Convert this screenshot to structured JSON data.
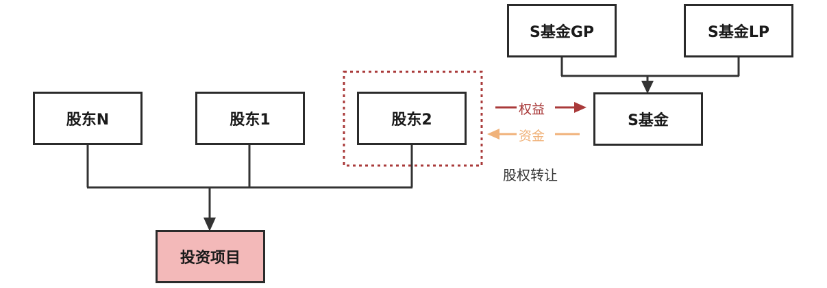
{
  "nodes": {
    "shareholder_n": "股东N",
    "shareholder_1": "股东1",
    "shareholder_2": "股东2",
    "project": "投资项目",
    "s_fund": "S基金",
    "s_fund_gp": "S基金GP",
    "s_fund_lp": "S基金LP"
  },
  "edges": {
    "equity_label": "权益",
    "capital_label": "资金"
  },
  "caption": "股权转让",
  "colors": {
    "box_border": "#2b2b2b",
    "project_fill": "#f3b9b9",
    "equity_arrow": "#a93a3a",
    "capital_arrow": "#f0b27a",
    "dashed_border": "#a93a3a",
    "connector": "#333333"
  }
}
